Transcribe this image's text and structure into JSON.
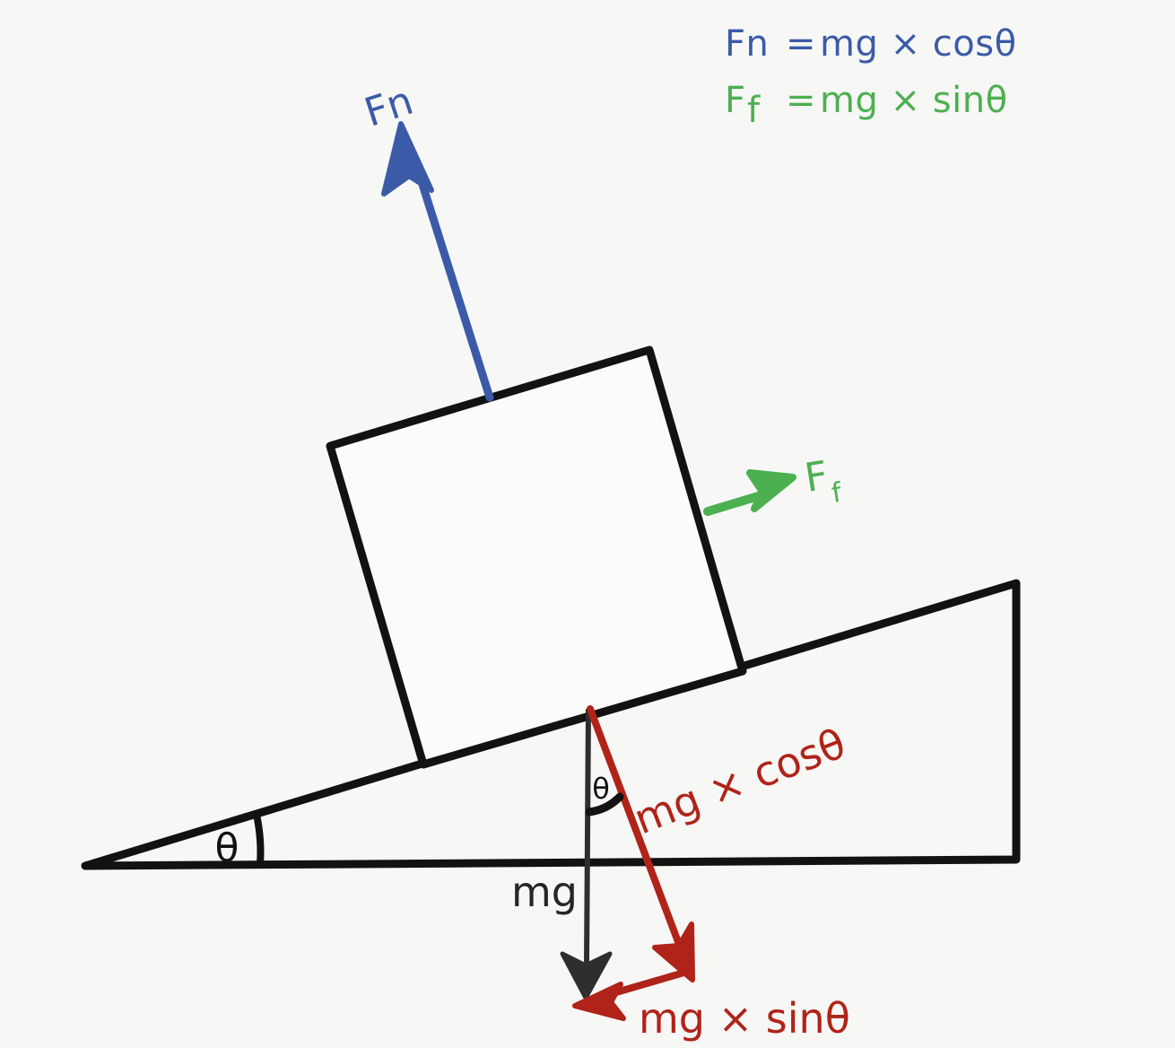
{
  "figure": {
    "title": "Inclined plane free-body force diagram",
    "background_color": "#f7f7f6"
  },
  "colors": {
    "normal_force": "#3b5ba8",
    "friction_force": "#4cb050",
    "weight_components": "#b02318",
    "weight": "#2e2e2e",
    "structure": "#121212",
    "background": "#f7f7f6"
  },
  "legend": {
    "lines": [
      {
        "id": "normal-force-equation",
        "lhs": "Fn",
        "lhs_sub": "",
        "equals": "=",
        "rhs": "mg × cosθ",
        "color": "#3b5ba8"
      },
      {
        "id": "friction-force-equation",
        "lhs": "F",
        "lhs_sub": "f",
        "equals": "=",
        "rhs": "mg × sinθ",
        "color": "#4cb050"
      }
    ]
  },
  "vectors": [
    {
      "id": "normal-force",
      "label": "Fn",
      "label_sub": "",
      "color": "#3b5ba8",
      "description": "Normal force, perpendicular to incline surface, pointing up-left away from block"
    },
    {
      "id": "friction-force",
      "label": "F",
      "label_sub": "f",
      "color": "#4cb050",
      "description": "Friction force, parallel to incline surface, pointing up the slope"
    },
    {
      "id": "weight",
      "label": "mg",
      "label_sub": "",
      "color": "#2e2e2e",
      "description": "Weight vector, straight down from block contact point"
    },
    {
      "id": "weight-normal-component",
      "label": "mg × cosθ",
      "label_sub": "",
      "color": "#b02318",
      "description": "Component of weight perpendicular to incline"
    },
    {
      "id": "weight-parallel-component",
      "label": "mg × sinθ",
      "label_sub": "",
      "color": "#b02318",
      "description": "Component of weight parallel to incline"
    }
  ],
  "angles": [
    {
      "id": "incline-angle",
      "label": "θ",
      "color": "#121212",
      "description": "Angle of incline at base of wedge"
    },
    {
      "id": "component-angle",
      "label": "θ",
      "color": "#121212",
      "description": "Angle between vertical weight line and perpendicular weight component"
    }
  ],
  "shapes": [
    {
      "id": "inclined-plane",
      "name": "right triangle wedge",
      "color": "#121212"
    },
    {
      "id": "block",
      "name": "square block resting on incline",
      "color": "#121212"
    }
  ],
  "chart_data": {
    "type": "diagram",
    "title": "Forces on a block on an inclined plane",
    "annotations": [
      "Fn = mg × cosθ",
      "Ff = mg × sinθ",
      "mg",
      "mg × cosθ",
      "mg × sinθ",
      "θ",
      "θ"
    ]
  }
}
